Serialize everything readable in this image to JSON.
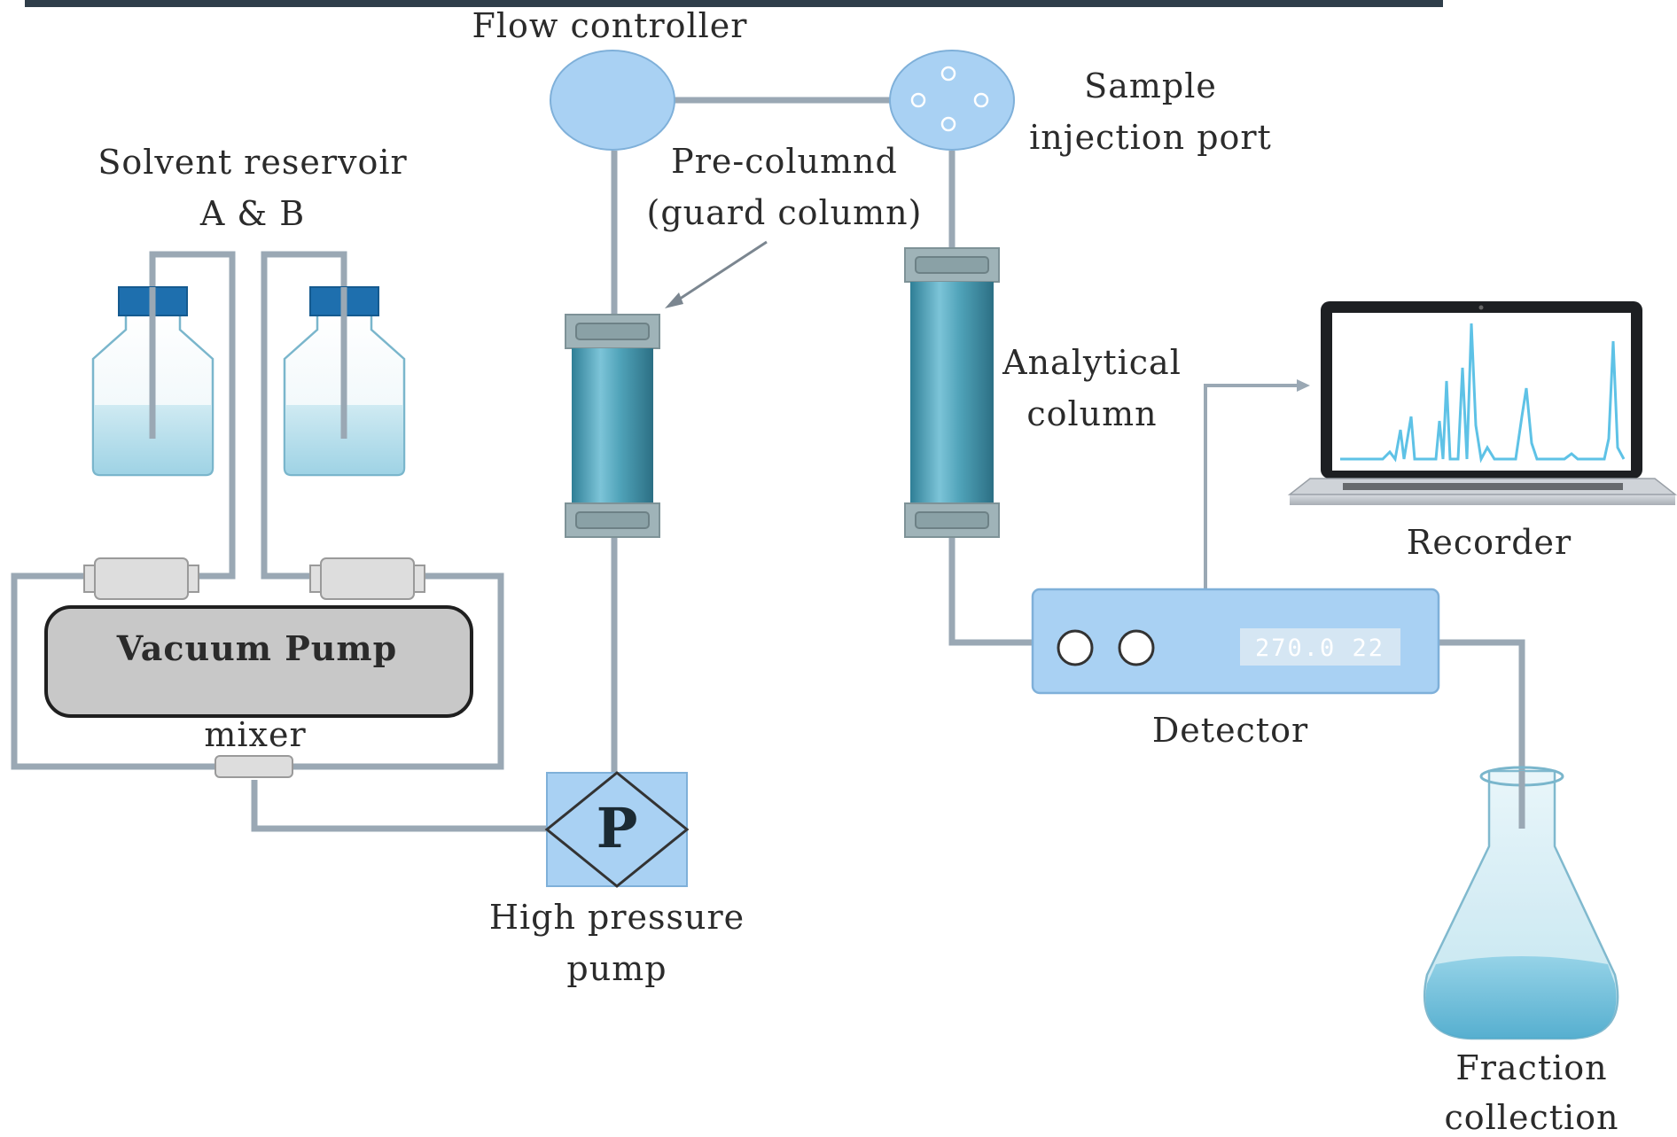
{
  "labels": {
    "flow_controller": "Flow controller",
    "sample_injection_line1": "Sample",
    "sample_injection_line2": "injection port",
    "solvent_reservoir_line1": "Solvent reservoir",
    "solvent_reservoir_line2": "A & B",
    "pre_column_line1": "Pre-columnd",
    "pre_column_line2": "(guard column)",
    "analytical_line1": "Analytical",
    "analytical_line2": "column",
    "recorder": "Recorder",
    "vacuum_pump": "Vacuum Pump",
    "mixer": "mixer",
    "detector": "Detector",
    "detector_display": "270.0 22",
    "pump_symbol": "P",
    "high_pressure_line1": "High pressure",
    "high_pressure_line2": "pump",
    "fraction_line1": "Fraction",
    "fraction_line2": "collection"
  },
  "colors": {
    "pipe": "#9aa8b4",
    "component_blue": "#a9d1f3",
    "bottle_cap": "#1e6fae",
    "liquid": "#b9e0ec",
    "column": "#4fa2b8",
    "vacuum_pump": "#c8c8c8",
    "chromatogram": "#5ec2e6"
  }
}
